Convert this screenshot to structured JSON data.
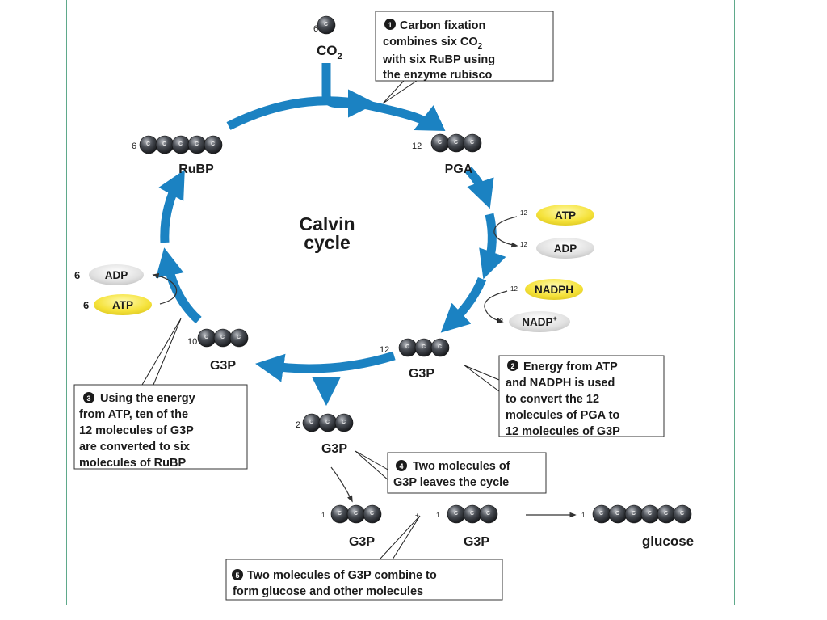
{
  "diagram": {
    "title_line1": "Calvin",
    "title_line2": "cycle",
    "molecules": {
      "co2": {
        "count": "6",
        "label": "CO",
        "sub": "2"
      },
      "rubp": {
        "count": "6",
        "label": "RuBP"
      },
      "pga": {
        "count": "12",
        "label": "PGA"
      },
      "g3p_10": {
        "count": "10",
        "label": "G3P"
      },
      "g3p_12": {
        "count": "12",
        "label": "G3P"
      },
      "g3p_2": {
        "count": "2",
        "label": "G3P"
      },
      "g3p_a": {
        "count": "1",
        "label": "G3P"
      },
      "g3p_b": {
        "count": "1",
        "label": "G3P"
      },
      "glucose": {
        "count": "1",
        "label": "glucose"
      }
    },
    "plus_sign": "+",
    "carbon_letter": "C",
    "cofactors": {
      "atp_right": {
        "count": "12",
        "label": "ATP"
      },
      "adp_right": {
        "count": "12",
        "label": "ADP"
      },
      "nadph": {
        "count": "12",
        "label": "NADPH"
      },
      "nadp": {
        "count": "12",
        "label": "NADP",
        "sup": "+"
      },
      "adp_left": {
        "count": "6",
        "label": "ADP"
      },
      "atp_left": {
        "count": "6",
        "label": "ATP"
      }
    },
    "steps": {
      "step1": {
        "number": "1",
        "lines": [
          "Carbon fixation",
          "combines six CO",
          "with six RuBP using",
          "the enzyme rubisco"
        ],
        "sub": "2"
      },
      "step2": {
        "number": "2",
        "lines": [
          "Energy from ATP",
          "and NADPH is used",
          "to convert the 12",
          "molecules of PGA to",
          "12 molecules of G3P"
        ]
      },
      "step3": {
        "number": "3",
        "lines": [
          "Using the energy",
          "from ATP, ten of the",
          "12 molecules of G3P",
          "are converted to six",
          "molecules of RuBP"
        ]
      },
      "step4": {
        "number": "4",
        "lines": [
          "Two molecules of",
          "G3P leaves the cycle"
        ]
      },
      "step5": {
        "number": "5",
        "lines": [
          "Two molecules of G3P combine to",
          "form glucose and other molecules"
        ]
      }
    },
    "colors": {
      "arrow_blue": "#1b82c2",
      "atp_yellow": "#f5e23a",
      "adp_gray": "#e1e1e1",
      "carbon_dark": "#3a3d42",
      "frame_green": "#5fa98b"
    }
  }
}
